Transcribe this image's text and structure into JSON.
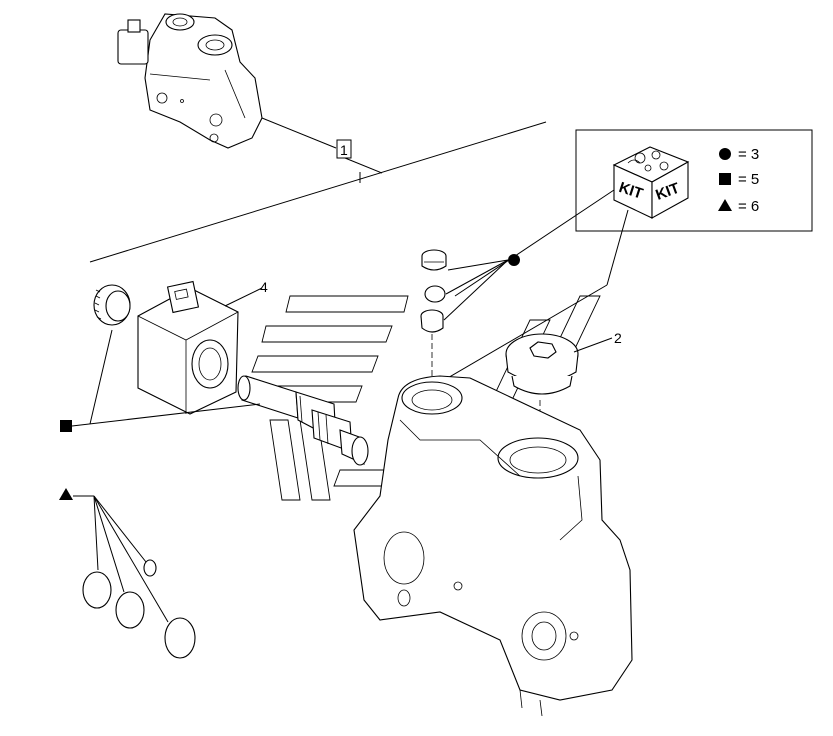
{
  "callouts": {
    "one": "1",
    "two": "2",
    "four": "4"
  },
  "kit": {
    "label_left": "KIT",
    "label_right": "KIT"
  },
  "legend": [
    {
      "symbol": "circle",
      "text": "= 3"
    },
    {
      "symbol": "square",
      "text": "= 5"
    },
    {
      "symbol": "triangle",
      "text": "= 6"
    }
  ]
}
